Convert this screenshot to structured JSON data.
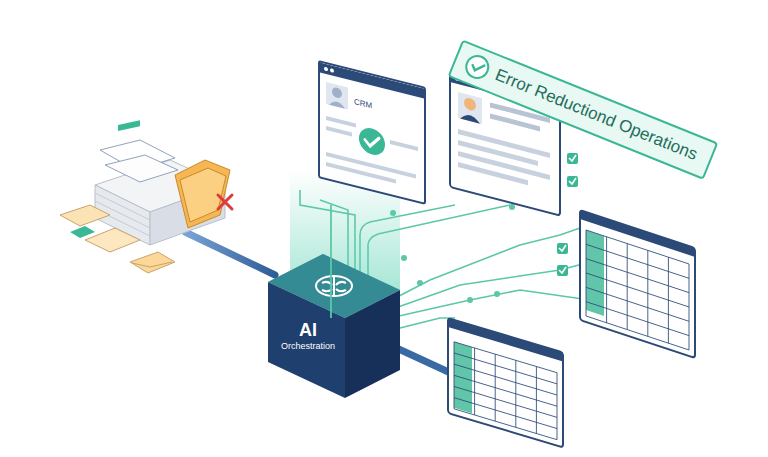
{
  "diagram": {
    "nodes": [
      {
        "text": [
          "Error Reductiond Operations"
        ]
      },
      {
        "text": [
          "CRM"
        ]
      },
      {
        "text": [
          "AI",
          "Orchestration"
        ]
      }
    ],
    "edges": [
      {
        "from": 2,
        "to": 1,
        "arrow": "none"
      }
    ]
  }
}
